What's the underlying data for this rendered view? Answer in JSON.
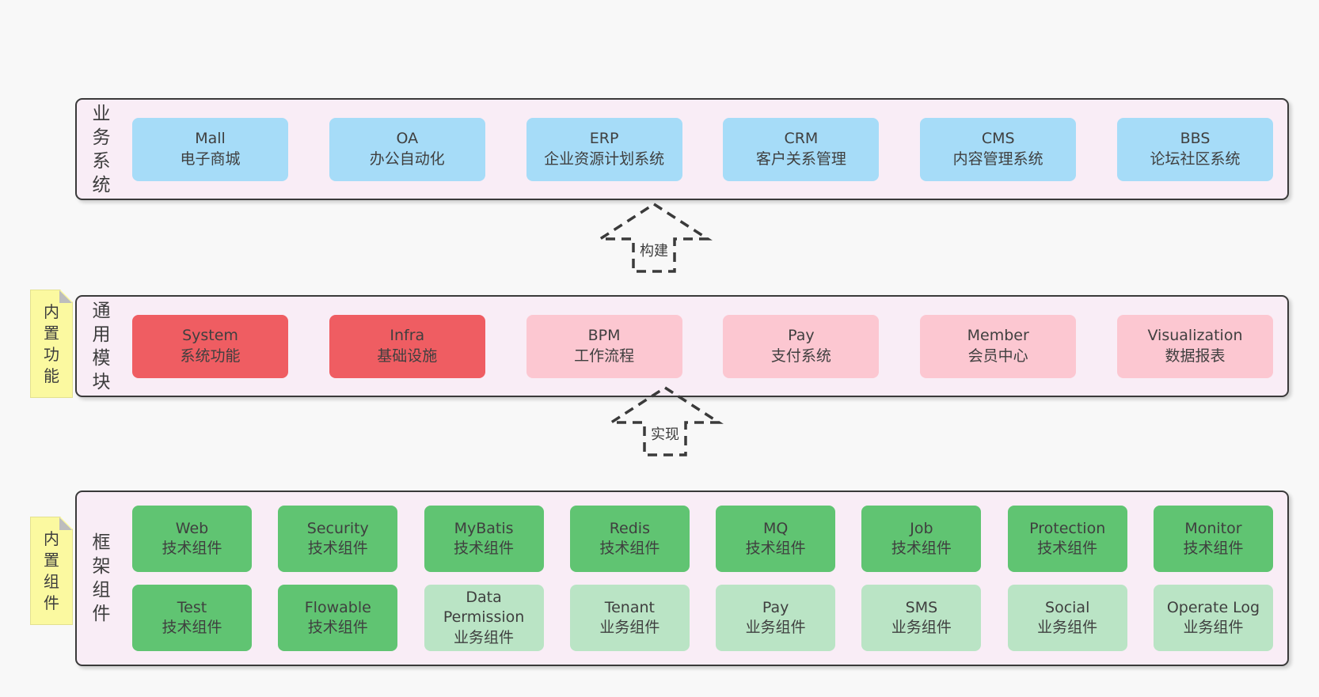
{
  "colors": {
    "page_bg": "#f8f8f8",
    "section_bg": "#f9edf6",
    "section_border": "#3a3a3a",
    "blue": "#a6dcf8",
    "red": "#ef5d62",
    "pink": "#fcc7d1",
    "green_dark": "#60c472",
    "green_light": "#bae4c5",
    "sticky_bg": "#fbf9a0",
    "sticky_fold": "#bdbdbd",
    "text": "#3d3d3d"
  },
  "arrows": [
    {
      "label": "构建"
    },
    {
      "label": "实现"
    }
  ],
  "sections": [
    {
      "label": "业务系统",
      "rows": [
        [
          {
            "name": "Mall",
            "desc": "电子商城"
          },
          {
            "name": "OA",
            "desc": "办公自动化"
          },
          {
            "name": "ERP",
            "desc": "企业资源计划系统"
          },
          {
            "name": "CRM",
            "desc": "客户关系管理"
          },
          {
            "name": "CMS",
            "desc": "内容管理系统"
          },
          {
            "name": "BBS",
            "desc": "论坛社区系统"
          }
        ]
      ]
    },
    {
      "label": "通用模块",
      "sticky": "内置功能",
      "rows": [
        [
          {
            "name": "System",
            "desc": "系统功能"
          },
          {
            "name": "Infra",
            "desc": "基础设施"
          },
          {
            "name": "BPM",
            "desc": "工作流程"
          },
          {
            "name": "Pay",
            "desc": "支付系统"
          },
          {
            "name": "Member",
            "desc": "会员中心"
          },
          {
            "name": "Visualization",
            "desc": "数据报表"
          }
        ]
      ]
    },
    {
      "label": "框架组件",
      "sticky": "内置组件",
      "rows": [
        [
          {
            "name": "Web",
            "desc": "技术组件"
          },
          {
            "name": "Security",
            "desc": "技术组件"
          },
          {
            "name": "MyBatis",
            "desc": "技术组件"
          },
          {
            "name": "Redis",
            "desc": "技术组件"
          },
          {
            "name": "MQ",
            "desc": "技术组件"
          },
          {
            "name": "Job",
            "desc": "技术组件"
          },
          {
            "name": "Protection",
            "desc": "技术组件"
          },
          {
            "name": "Monitor",
            "desc": "技术组件"
          }
        ],
        [
          {
            "name": "Test",
            "desc": "技术组件"
          },
          {
            "name": "Flowable",
            "desc": "技术组件"
          },
          {
            "name": "Data Permission",
            "desc": "业务组件"
          },
          {
            "name": "Tenant",
            "desc": "业务组件"
          },
          {
            "name": "Pay",
            "desc": "业务组件"
          },
          {
            "name": "SMS",
            "desc": "业务组件"
          },
          {
            "name": "Social",
            "desc": "业务组件"
          },
          {
            "name": "Operate Log",
            "desc": "业务组件"
          }
        ]
      ]
    }
  ]
}
